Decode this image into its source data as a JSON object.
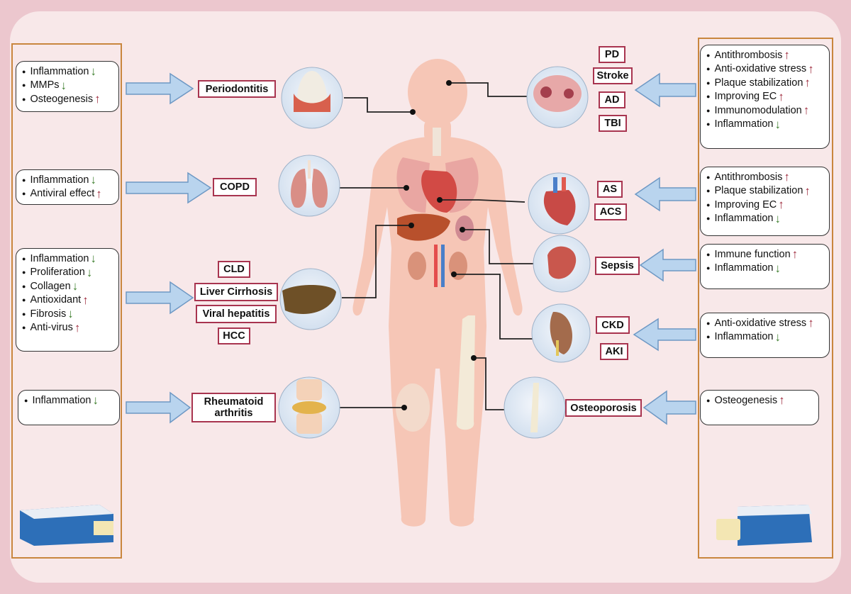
{
  "colors": {
    "page_bg": "#ecc7ce",
    "panel_bg": "#f8e8e9",
    "column_border": "#c9863e",
    "label_border": "#a8344f",
    "arrow_fill": "#b9d4ee",
    "up_arrow": "#9e2a3c",
    "down_arrow": "#3e7f2e"
  },
  "left_effects": [
    {
      "items": [
        {
          "text": "Inflammation",
          "dir": "down"
        },
        {
          "text": "MMPs",
          "dir": "down"
        },
        {
          "text": "Osteogenesis",
          "dir": "up"
        }
      ]
    },
    {
      "items": [
        {
          "text": "Inflammation",
          "dir": "down"
        },
        {
          "text": "Antiviral effect",
          "dir": "up"
        }
      ]
    },
    {
      "items": [
        {
          "text": "Inflammation",
          "dir": "down"
        },
        {
          "text": "Proliferation",
          "dir": "down"
        },
        {
          "text": "Collagen",
          "dir": "down"
        },
        {
          "text": "Antioxidant",
          "dir": "up"
        },
        {
          "text": "Fibrosis",
          "dir": "down"
        },
        {
          "text": "Anti-virus",
          "dir": "up"
        }
      ]
    },
    {
      "items": [
        {
          "text": "Inflammation",
          "dir": "down"
        }
      ]
    }
  ],
  "right_effects": [
    {
      "items": [
        {
          "text": "Antithrombosis",
          "dir": "up"
        },
        {
          "text": "Anti-oxidative stress",
          "dir": "up"
        },
        {
          "text": "Plaque stabilization",
          "dir": "up"
        },
        {
          "text": "Improving EC",
          "dir": "up"
        },
        {
          "text": "Immunomodulation",
          "dir": "up"
        },
        {
          "text": "Inflammation",
          "dir": "down"
        }
      ]
    },
    {
      "items": [
        {
          "text": "Antithrombosis",
          "dir": "up"
        },
        {
          "text": "Plaque stabilization",
          "dir": "up"
        },
        {
          "text": "Improving EC",
          "dir": "up"
        },
        {
          "text": "Inflammation",
          "dir": "down"
        }
      ]
    },
    {
      "items": [
        {
          "text": "Immune function",
          "dir": "up"
        },
        {
          "text": "Inflammation",
          "dir": "down"
        }
      ]
    },
    {
      "items": [
        {
          "text": "Anti-oxidative stress",
          "dir": "up"
        },
        {
          "text": "Inflammation",
          "dir": "down"
        }
      ]
    },
    {
      "items": [
        {
          "text": "Osteogenesis",
          "dir": "up"
        }
      ]
    }
  ],
  "diseases": {
    "periodontitis": "Periodontitis",
    "copd": "COPD",
    "cld": "CLD",
    "liver_cirrhosis": "Liver Cirrhosis",
    "viral_hepatitis": "Viral hepatitis",
    "hcc": "HCC",
    "ra_line1": "Rheumatoid",
    "ra_line2": "arthritis",
    "pd": "PD",
    "stroke": "Stroke",
    "ad": "AD",
    "tbi": "TBI",
    "as": "AS",
    "acs": "ACS",
    "sepsis": "Sepsis",
    "ckd": "CKD",
    "aki": "AKI",
    "osteoporosis": "Osteoporosis"
  },
  "icons": {
    "tooth": "tooth-icon",
    "lungs": "lungs-icon",
    "liver": "liver-icon",
    "knee": "knee-joint-icon",
    "brain": "brain-icon",
    "heart": "heart-icon",
    "spleen": "spleen-icon",
    "kidney": "kidney-icon",
    "bone": "bone-icon",
    "body": "human-body-icon",
    "medicine": "medicine-box-icon"
  }
}
